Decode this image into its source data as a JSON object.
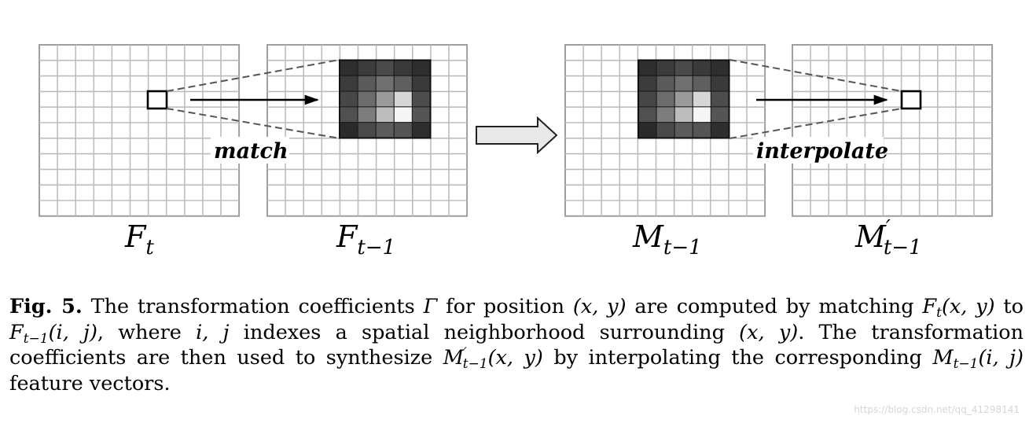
{
  "figure": {
    "panels": [
      {
        "id": "Ft",
        "label_base": "F",
        "label_sub": "t",
        "label_prime": ""
      },
      {
        "id": "Ft-1",
        "label_base": "F",
        "label_sub": "t−1",
        "label_prime": ""
      },
      {
        "id": "Mt-1",
        "label_base": "M",
        "label_sub": "t−1",
        "label_prime": ""
      },
      {
        "id": "M't-1",
        "label_base": "M",
        "label_sub": "t−1",
        "label_prime": "′"
      }
    ],
    "arrow_labels": {
      "match": "match",
      "interpolate": "interpolate"
    },
    "colors": {
      "grid_line": "#bdbdbd",
      "grid_border": "#9e9e9e",
      "patch_shades": [
        [
          "#2e2e2e",
          "#3c3c3c",
          "#4a4a4a",
          "#3a3a3a",
          "#2e2e2e"
        ],
        [
          "#3c3c3c",
          "#5a5a5a",
          "#707070",
          "#5f5f5f",
          "#3a3a3a"
        ],
        [
          "#474747",
          "#6c6c6c",
          "#9a9a9a",
          "#d6d6d6",
          "#4d4d4d"
        ],
        [
          "#505050",
          "#7d7d7d",
          "#bdbdbd",
          "#f5f5f5",
          "#555555"
        ],
        [
          "#2a2a2a",
          "#4a4a4a",
          "#5c5c5c",
          "#555555",
          "#2e2e2e"
        ]
      ]
    }
  },
  "caption": {
    "fig_label": "Fig. 5.",
    "line1_a": "The transformation coefficients",
    "gamma": "Γ",
    "line1_b": "for position",
    "xy": "(x, y)",
    "line1_c": "are computed by matching",
    "F": "F",
    "t": "t",
    "tm1": "t−1",
    "ij": "(i, j)",
    "line2_a": "to",
    "line2_b": ", where",
    "ij_plain": "i, j",
    "line2_c": "indexes a spatial neighborhood surrounding",
    "line2_d": ". The transformation coefficients are then used to synthesize",
    "M": "M",
    "prime": "′",
    "line3_b": "by interpolating the corresponding",
    "line4_b": "feature vectors."
  },
  "watermark": "https://blog.csdn.net/qq_41298141"
}
